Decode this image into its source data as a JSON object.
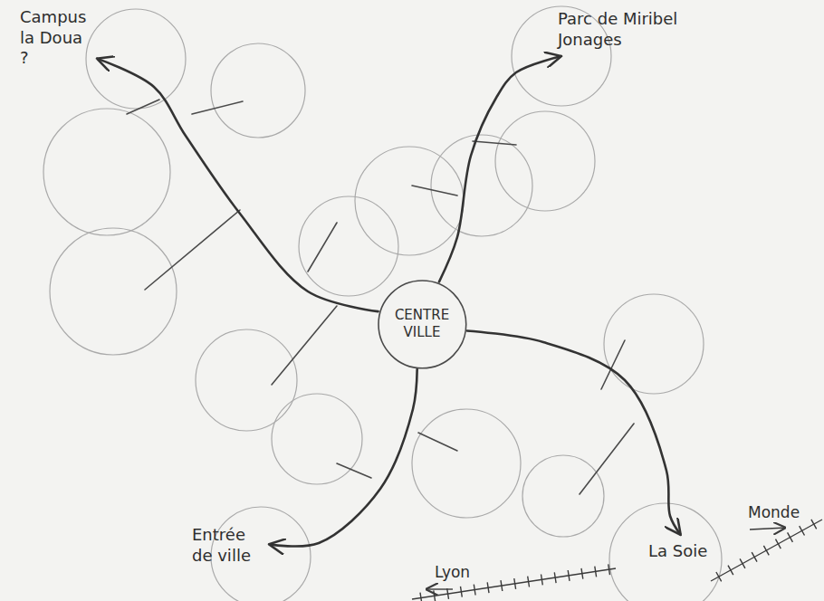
{
  "diagram": {
    "nodes": [
      {
        "text": [
          "CENTRE VILLE"
        ]
      },
      {
        "text": [
          "Campus la Doua ?"
        ]
      },
      {
        "text": [
          "Parc de Miribel Jonages"
        ]
      },
      {
        "text": [
          "Entrée de ville"
        ]
      },
      {
        "text": [
          "La Soie"
        ]
      }
    ],
    "edges": [
      {
        "from": 0,
        "to": 1,
        "arrow": "to"
      },
      {
        "from": 0,
        "to": 2,
        "arrow": "to"
      },
      {
        "from": 0,
        "to": 3,
        "arrow": "to"
      },
      {
        "from": 0,
        "to": 4,
        "arrow": "to"
      }
    ],
    "labels": [
      "Lyon",
      "Monde"
    ]
  }
}
